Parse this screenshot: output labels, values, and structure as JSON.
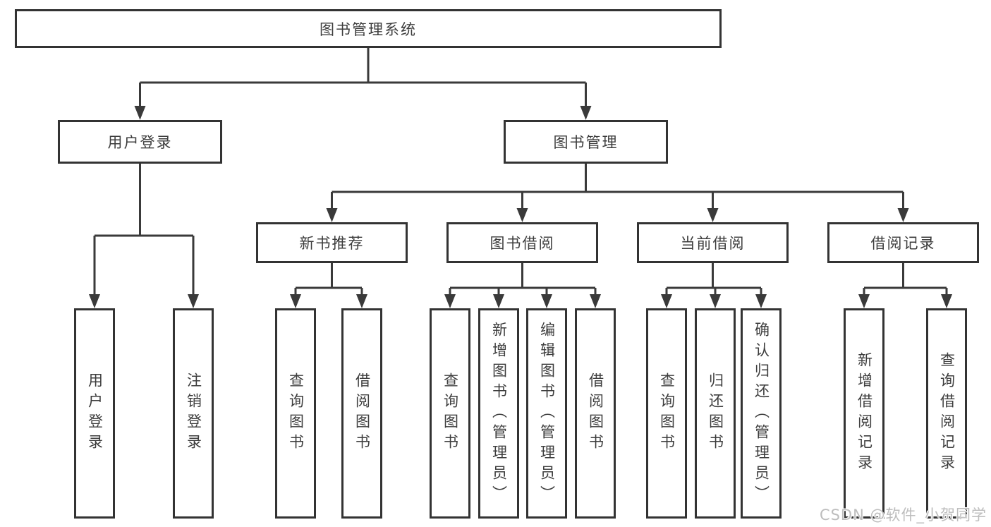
{
  "colors": {
    "line": "#3a3a3a",
    "box_border": "#333333",
    "text": "#3d3d3d",
    "watermark": "#bdbdbd",
    "background": "#ffffff"
  },
  "root": {
    "label": "图书管理系统"
  },
  "level2": [
    {
      "label": "用户登录"
    },
    {
      "label": "图书管理"
    }
  ],
  "level3": [
    {
      "label": "新书推荐"
    },
    {
      "label": "图书借阅"
    },
    {
      "label": "当前借阅"
    },
    {
      "label": "借阅记录"
    }
  ],
  "leaves": {
    "user_login": [
      {
        "label": "用户登录"
      },
      {
        "label": "注销登录"
      }
    ],
    "new_book_recommend": [
      {
        "label": "查询图书"
      },
      {
        "label": "借阅图书"
      }
    ],
    "book_borrow": [
      {
        "label": "查询图书"
      },
      {
        "label": "新增图书（管理员）"
      },
      {
        "label": "编辑图书（管理员）"
      },
      {
        "label": "借阅图书"
      }
    ],
    "current_borrow": [
      {
        "label": "查询图书"
      },
      {
        "label": "归还图书"
      },
      {
        "label": "确认归还（管理员）"
      }
    ],
    "borrow_records": [
      {
        "label": "新增借阅记录"
      },
      {
        "label": "查询借阅记录"
      }
    ]
  },
  "watermark": "CSDN @软件_小贺同学"
}
